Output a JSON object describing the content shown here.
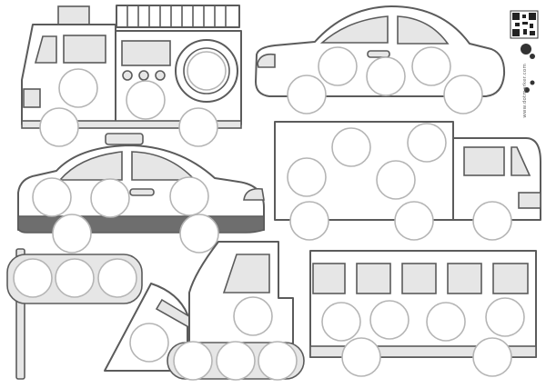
{
  "sheet": {
    "website": "www.dotmarker.com",
    "palette": {
      "outline": "#5b5b5b",
      "body_fill": "#ffffff",
      "panel_fill": "#e6e6e6",
      "dark_fill": "#6e6e6e",
      "dot_fill": "#ffffff",
      "dot_stroke": "#b5b5b5"
    }
  },
  "vehicles": [
    {
      "name": "fire-truck"
    },
    {
      "name": "hatchback-car"
    },
    {
      "name": "police-car"
    },
    {
      "name": "box-truck"
    },
    {
      "name": "traffic-light"
    },
    {
      "name": "bulldozer"
    },
    {
      "name": "bus"
    }
  ]
}
